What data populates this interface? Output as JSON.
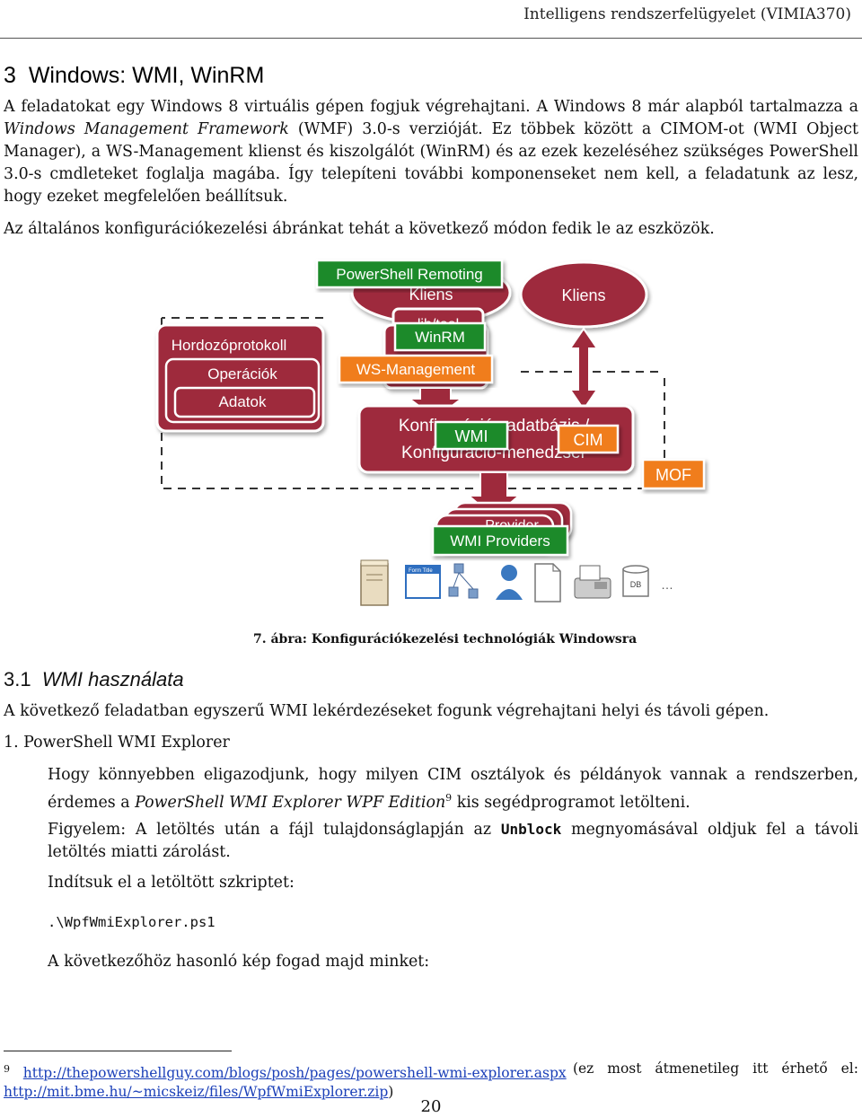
{
  "header": {
    "course": "Intelligens rendszerfelügyelet (VIMIA370)"
  },
  "section": {
    "number": "3",
    "title": "Windows: WMI, WinRM"
  },
  "intro": {
    "p1": [
      "A feladatokat egy Windows 8 virtuális gépen fogjuk végrehajtani. A Windows 8 már alapból tartalmazza a ",
      "Windows Management Framework",
      " (WMF) 3.0-s verzióját. Ez többek között a CIMOM-ot (WMI Object Manager), a WS-Management klienst és kiszolgálót (WinRM) és az ezek kezeléséhez szükséges PowerShell 3.0-s cmdleteket foglalja magába. Így telepíteni további komponenseket nem kell, a feladatunk az lesz, hogy ezeket megfelelően beállítsuk."
    ],
    "p2": "Az általános konfigurációkezelési ábránkat tehát a következő módon fedik le az eszközök."
  },
  "figure": {
    "caption": "7. ábra: Konfigurációkezelési technológiák Windowsra",
    "labels": {
      "ps_remoting": "PowerShell Remoting",
      "kliens_left": "Kliens",
      "lib_tool": "lib/tool",
      "kliens_right": "Kliens",
      "hordozo": "Hordozóprotokoll",
      "operaciok": "Operációk",
      "adatok": "Adatok",
      "winrm": "WinRM",
      "wsman": "WS-Management",
      "konfig1": "Konfigurációs adatbázis /",
      "konfig2": "Konfiguráció-menedzser",
      "wmi": "WMI",
      "cim": "CIM",
      "mof": "MOF",
      "provider": "Provider",
      "wmi_providers": "WMI Providers",
      "db": "DB",
      "ellipsis": "…",
      "form_title": "Form Title"
    },
    "colors": {
      "crimson": "#9e2a3c",
      "green": "#1e8a2a",
      "orange": "#f07d1a"
    }
  },
  "subsection": {
    "number": "3.1",
    "title": "WMI használata"
  },
  "s31": {
    "intro": "A következő feladatban egyszerű WMI lekérdezéseket fogunk végrehajtani helyi és távoli gépen.",
    "item1": "1. PowerShell WMI Explorer",
    "p1_a": "Hogy könnyebben eligazodjunk, hogy milyen CIM osztályok és példányok vannak a rendszerben, érdemes a ",
    "p1_em": "PowerShell WMI Explorer WPF Edition",
    "p1_sup": "9",
    "p1_b": " kis segédprogramot letölteni.",
    "p2_a": "Figyelem: A letöltés után a fájl tulajdonságlapján az ",
    "p2_code": "Unblock",
    "p2_b": " megnyomásával oldjuk fel a távoli letöltés miatti zárolást.",
    "p3": "Indítsuk el a letöltött szkriptet:",
    "code": ".\\WpfWmiExplorer.ps1",
    "p4": "A következőhöz hasonló kép fogad majd minket:"
  },
  "footnote": {
    "num": "9",
    "link1": "http://thepowershellguy.com/blogs/posh/pages/powershell-wmi-explorer.aspx",
    "mid": "(ez most átmenetileg itt érhető el:",
    "link2": "http://mit.bme.hu/~micskeiz/files/WpfWmiExplorer.zip",
    "end": ")"
  },
  "page": {
    "number": "20"
  }
}
